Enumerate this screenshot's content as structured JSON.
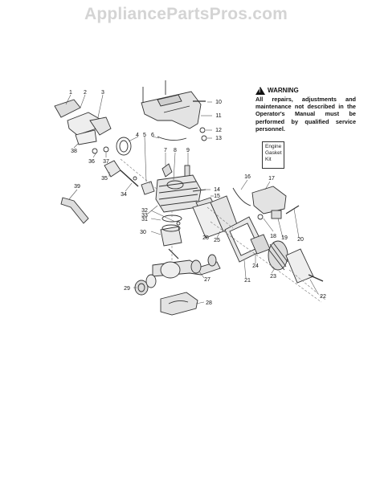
{
  "watermark": "AppliancePartsPros.com",
  "warning": {
    "heading": "WARNING",
    "text": "All repairs, adjustments and maintenance not described in the Operator's Manual must be performed by qualified service personnel."
  },
  "kit_box": {
    "line1": "Engine",
    "line2": "Gasket",
    "line3": "Kit"
  },
  "callouts": [
    "1",
    "2",
    "3",
    "4",
    "5",
    "6",
    "7",
    "8",
    "9",
    "10",
    "11",
    "12",
    "13",
    "14",
    "15",
    "16",
    "17",
    "18",
    "19",
    "20",
    "21",
    "22",
    "23",
    "24",
    "25",
    "26",
    "27",
    "28",
    "29",
    "30",
    "31",
    "32",
    "33",
    "34",
    "35",
    "36",
    "37",
    "38",
    "39"
  ]
}
